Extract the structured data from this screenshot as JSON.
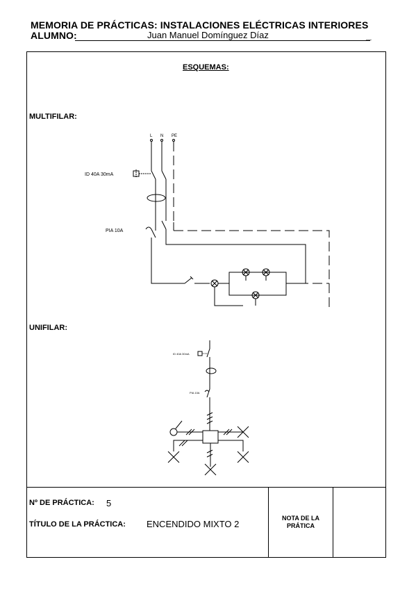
{
  "header": {
    "title": "MEMORIA DE PRÁCTICAS: INSTALACIONES ELÉCTRICAS INTERIORES",
    "student_label": "ALUMNO:",
    "student_name": "Juan Manuel Domínguez Díaz",
    "student_trailer": "_"
  },
  "sections": {
    "schemes": "ESQUEMAS:",
    "multifilar": "MULTIFILAR:",
    "unifilar": "UNIFILAR:"
  },
  "multifilar_diagram": {
    "terminals": [
      "L",
      "N",
      "PE"
    ],
    "differential_label": "ID 40A   30mA",
    "breaker_label": "PIA 10A"
  },
  "unifilar_diagram": {
    "differential_label": "ID 40A   30mA",
    "breaker_label": "PIA 10A"
  },
  "footer": {
    "practice_number_label": "Nº DE PRÁCTICA:",
    "practice_number": "5",
    "practice_title_label": "TÍTULO DE LA PRÁCTICA:",
    "practice_title": "ENCENDIDO MIXTO 2",
    "grade_label_line1": "NOTA DE LA",
    "grade_label_line2": "PRÁTICA"
  }
}
